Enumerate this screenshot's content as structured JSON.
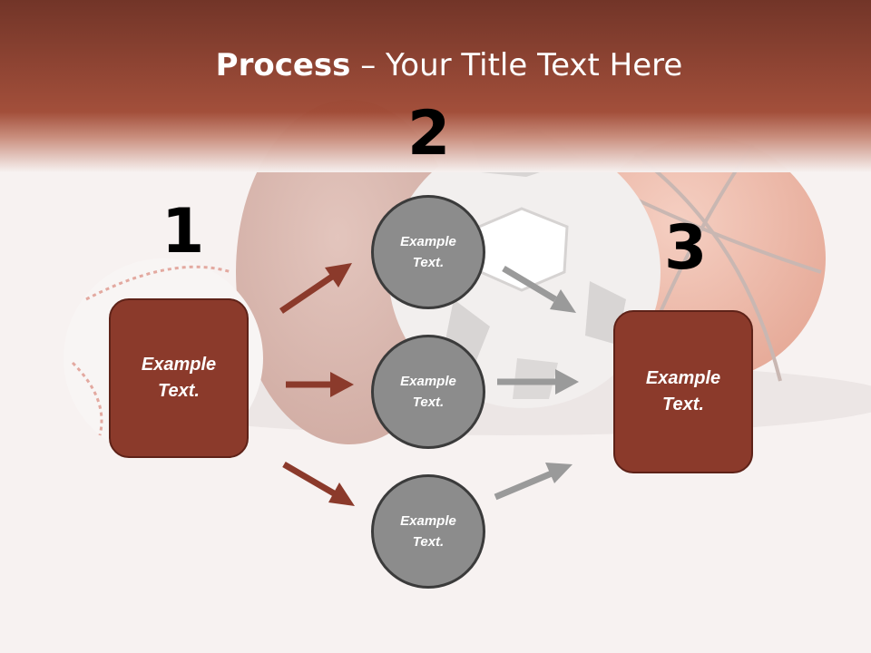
{
  "title": {
    "bold": "Process",
    "separator": " – ",
    "rest": "Your Title Text Here"
  },
  "steps": [
    {
      "number": "1",
      "label_line1": "Example",
      "label_line2": "Text."
    },
    {
      "number": "2"
    },
    {
      "number": "3",
      "label_line1": "Example",
      "label_line2": "Text."
    }
  ],
  "circles": [
    {
      "label_line1": "Example",
      "label_line2": "Text."
    },
    {
      "label_line1": "Example",
      "label_line2": "Text."
    },
    {
      "label_line1": "Example",
      "label_line2": "Text."
    }
  ],
  "colors": {
    "header": "#8e3f2c",
    "box": "#8b3a2b",
    "circle": "#8c8c8c",
    "arrow_red": "#8b3a2b",
    "arrow_gray": "#9a9a9a"
  }
}
